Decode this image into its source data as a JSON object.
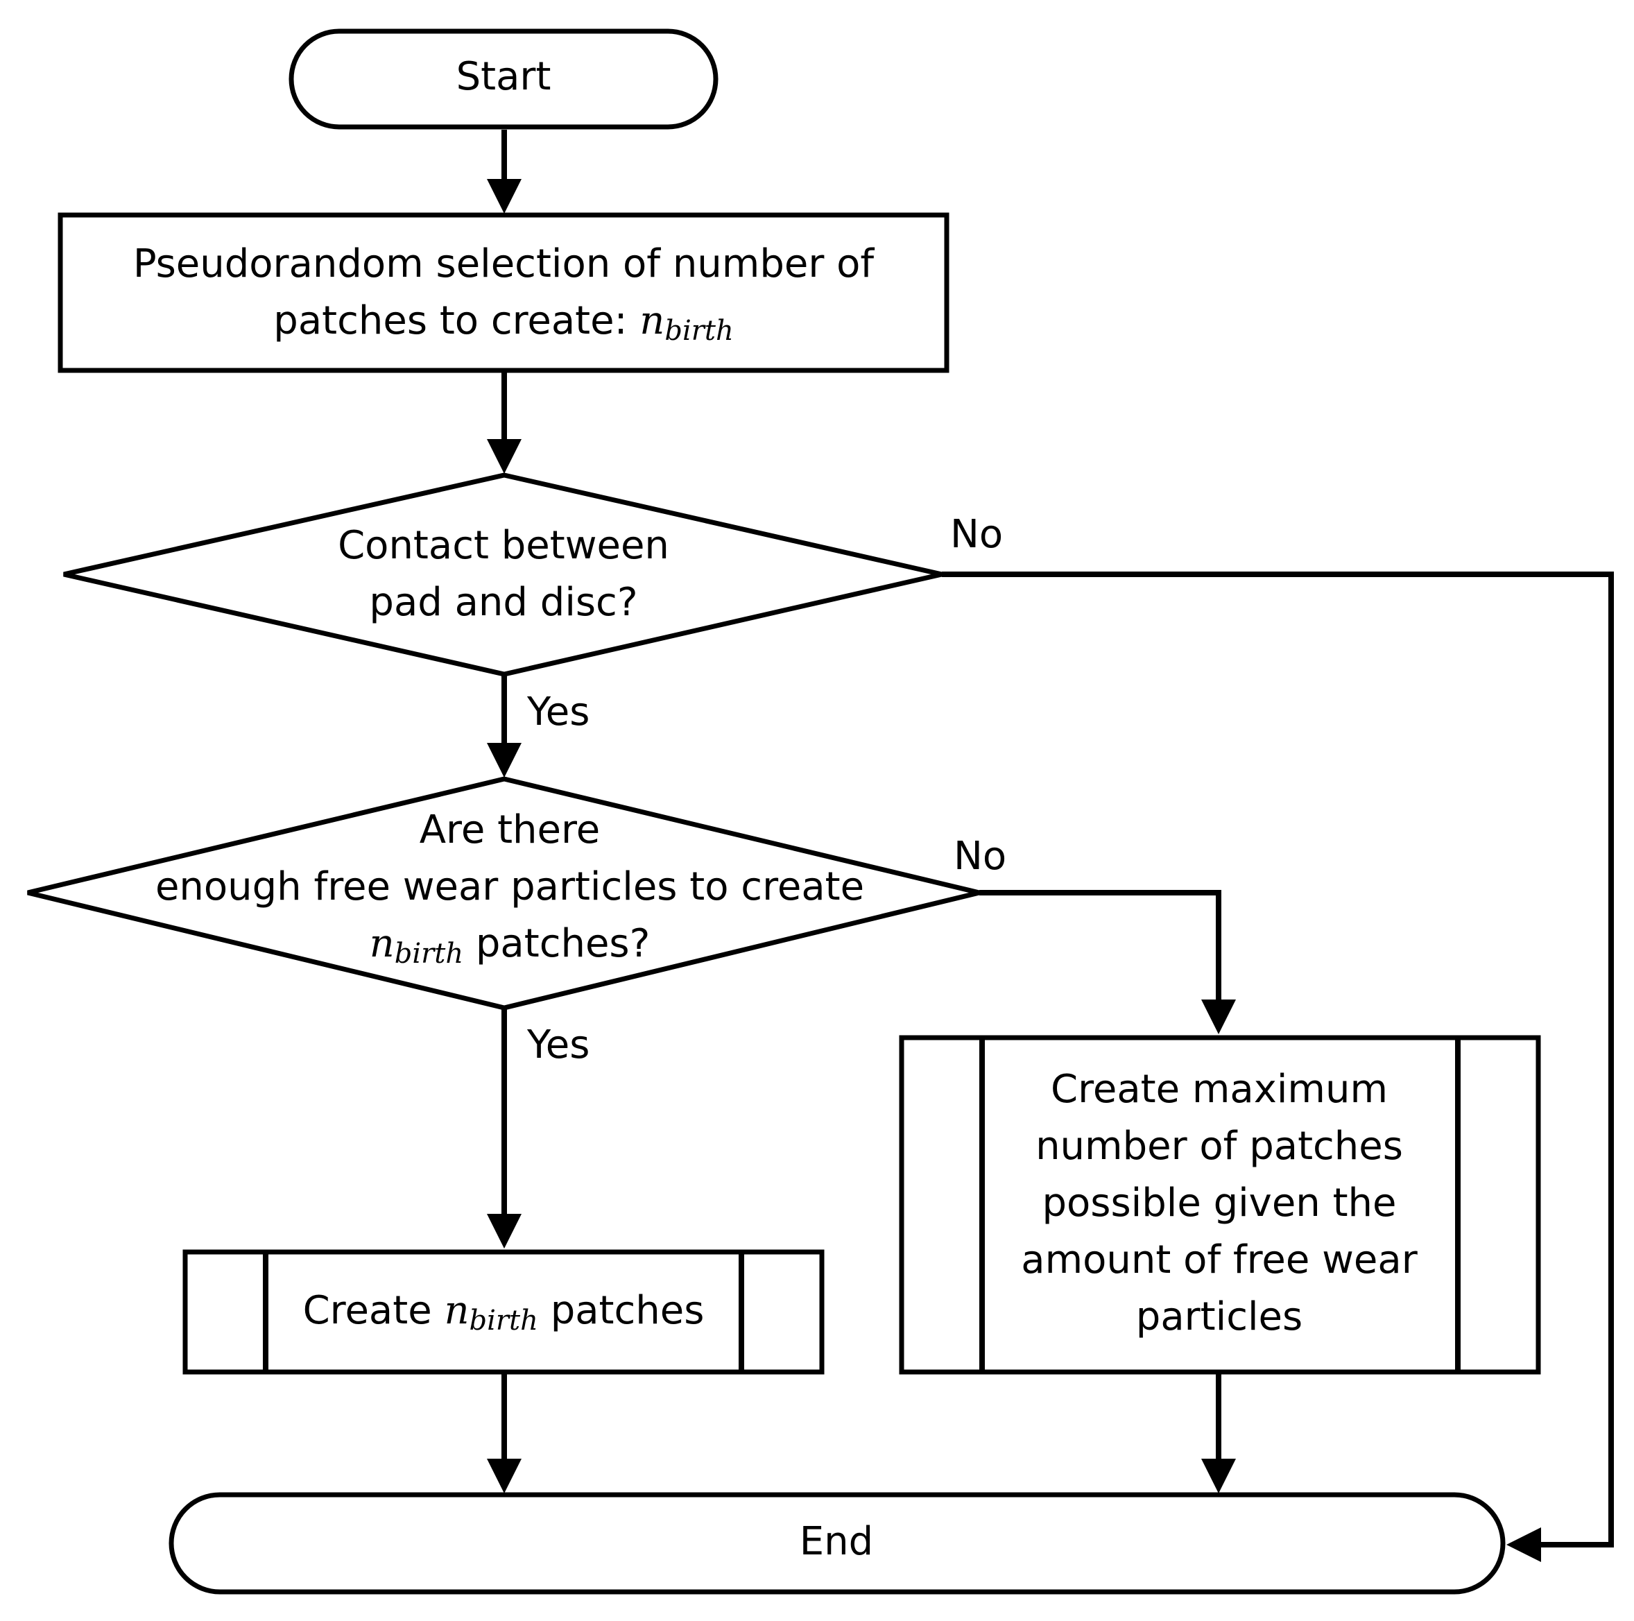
{
  "flowchart": {
    "start": {
      "label": "Start"
    },
    "select": {
      "line1": "Pseudorandom selection of number of",
      "line2": "patches to create: "
    },
    "contact": {
      "line1": "Contact between",
      "line2": "pad and disc?"
    },
    "enough": {
      "line1": "Are there",
      "line2": "enough free wear particles to create",
      "line3": " patches?"
    },
    "create_n": {
      "prefix": "Create ",
      "suffix": " patches"
    },
    "create_max": {
      "lines": [
        "Create maximum",
        "number of patches",
        "possible given the",
        "amount of free wear",
        "particles"
      ]
    },
    "end": {
      "label": "End"
    },
    "edges": {
      "contact_no": "No",
      "contact_yes": "Yes",
      "enough_no": "No",
      "enough_yes": "Yes"
    },
    "symbol": {
      "base": "n",
      "subscript": "birth"
    }
  }
}
